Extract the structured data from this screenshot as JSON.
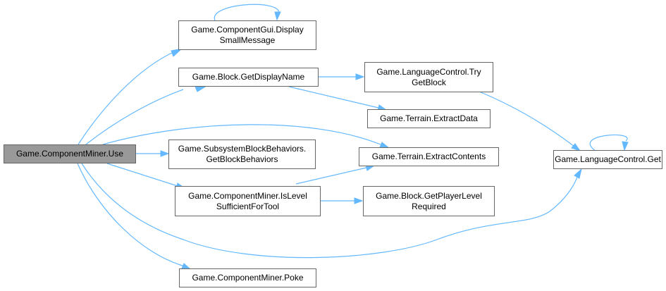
{
  "diagram": {
    "title": "Game.ComponentMiner.Use call graph",
    "edge_color": "#63b8ff",
    "root_fill": "#999999",
    "node_border": "#666666",
    "nodes": [
      {
        "id": "use",
        "lines": [
          "Game.ComponentMiner.Use"
        ],
        "root": true
      },
      {
        "id": "displaysmall",
        "lines": [
          "Game.ComponentGui.Display",
          "SmallMessage"
        ]
      },
      {
        "id": "getdisplayname",
        "lines": [
          "Game.Block.GetDisplayName"
        ]
      },
      {
        "id": "getblockbehaviors",
        "lines": [
          "Game.SubsystemBlockBehaviors.",
          "GetBlockBehaviors"
        ]
      },
      {
        "id": "islevelsufficient",
        "lines": [
          "Game.ComponentMiner.IsLevel",
          "SufficientForTool"
        ]
      },
      {
        "id": "poke",
        "lines": [
          "Game.ComponentMiner.Poke"
        ]
      },
      {
        "id": "trygetblock",
        "lines": [
          "Game.LanguageControl.Try",
          "GetBlock"
        ]
      },
      {
        "id": "extractdata",
        "lines": [
          "Game.Terrain.ExtractData"
        ]
      },
      {
        "id": "extractcontents",
        "lines": [
          "Game.Terrain.ExtractContents"
        ]
      },
      {
        "id": "getplayerlevel",
        "lines": [
          "Game.Block.GetPlayerLevel",
          "Required"
        ]
      },
      {
        "id": "langget",
        "lines": [
          "Game.LanguageControl.Get"
        ]
      }
    ],
    "edges": [
      {
        "from": "use",
        "to": "displaysmall"
      },
      {
        "from": "displaysmall",
        "to": "displaysmall"
      },
      {
        "from": "use",
        "to": "getdisplayname"
      },
      {
        "from": "use",
        "to": "extractcontents"
      },
      {
        "from": "use",
        "to": "getblockbehaviors"
      },
      {
        "from": "use",
        "to": "islevelsufficient"
      },
      {
        "from": "use",
        "to": "langget"
      },
      {
        "from": "use",
        "to": "poke"
      },
      {
        "from": "getdisplayname",
        "to": "trygetblock"
      },
      {
        "from": "getdisplayname",
        "to": "extractdata"
      },
      {
        "from": "trygetblock",
        "to": "langget"
      },
      {
        "from": "islevelsufficient",
        "to": "extractcontents"
      },
      {
        "from": "islevelsufficient",
        "to": "getplayerlevel"
      },
      {
        "from": "langget",
        "to": "langget"
      }
    ]
  }
}
